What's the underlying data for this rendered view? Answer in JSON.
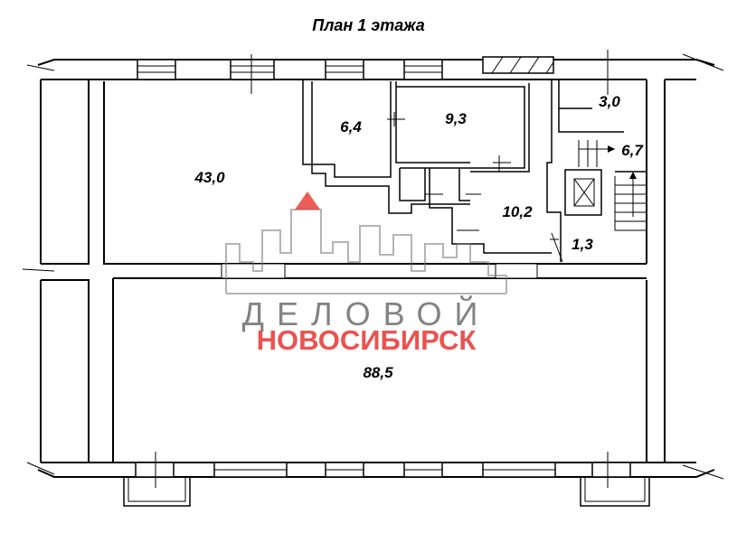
{
  "title": "План 1 этажа",
  "rooms": {
    "r1": "43,0",
    "r2": "6,4",
    "r3": "9,3",
    "r4": "3,0",
    "r5": "6,7",
    "r6": "10,2",
    "r7": "1,3",
    "r8": "88,5"
  },
  "watermark": {
    "line1": "ДЕЛОВОЙ",
    "line2": "НОВОСИБИРСК",
    "accent_color": "#e8413c",
    "gray_color": "#5a5a5a"
  }
}
